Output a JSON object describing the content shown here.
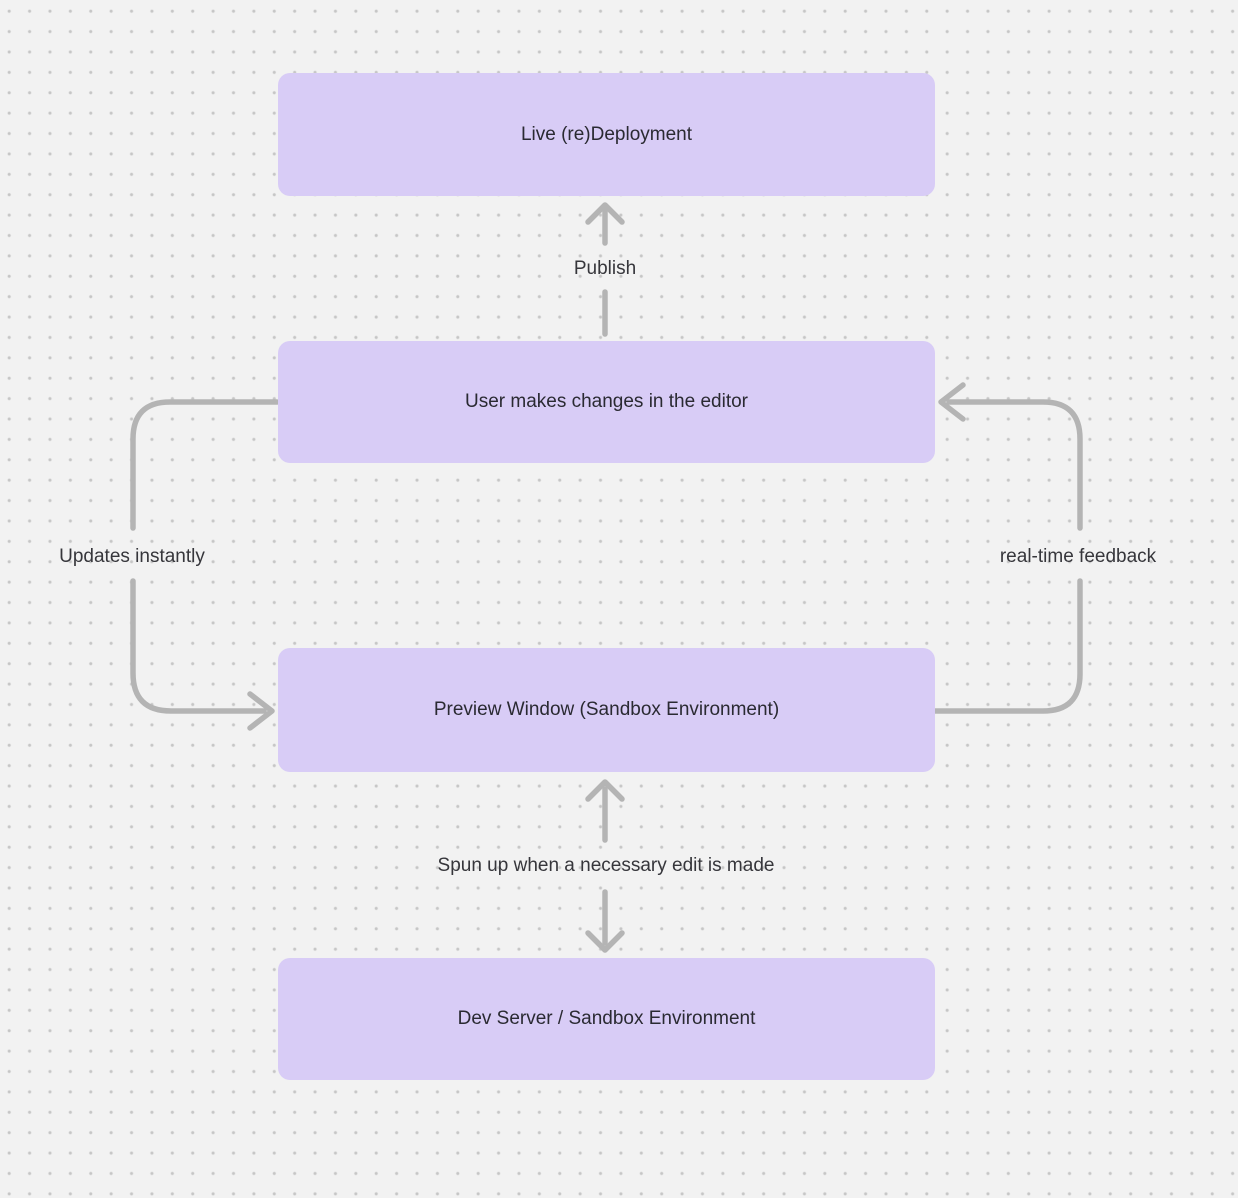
{
  "canvas": {
    "background": "#f2f2f2",
    "dot_color": "#c6c6c6",
    "node_fill": "#d8ccf6",
    "node_text_color": "#2a2a32",
    "arrow_color": "#b4b4b4",
    "label_color": "#36363b"
  },
  "nodes": [
    {
      "id": "live-redeployment",
      "label": "Live (re)Deployment"
    },
    {
      "id": "user-editor",
      "label": "User makes changes in the editor"
    },
    {
      "id": "preview-window",
      "label": "Preview Window (Sandbox Environment)"
    },
    {
      "id": "dev-server",
      "label": "Dev Server / Sandbox Environment"
    }
  ],
  "edges": [
    {
      "id": "publish",
      "label": "Publish",
      "from": "user-editor",
      "to": "live-redeployment",
      "direction": "up"
    },
    {
      "id": "updates-instantly",
      "label": "Updates instantly",
      "from": "user-editor",
      "to": "preview-window",
      "direction": "left-loop"
    },
    {
      "id": "real-time-feedback",
      "label": "real-time feedback",
      "from": "preview-window",
      "to": "user-editor",
      "direction": "right-loop"
    },
    {
      "id": "spun-up",
      "label": "Spun up when a necessary edit is made",
      "from": "preview-window",
      "to": "dev-server",
      "bidirectional": true
    }
  ]
}
